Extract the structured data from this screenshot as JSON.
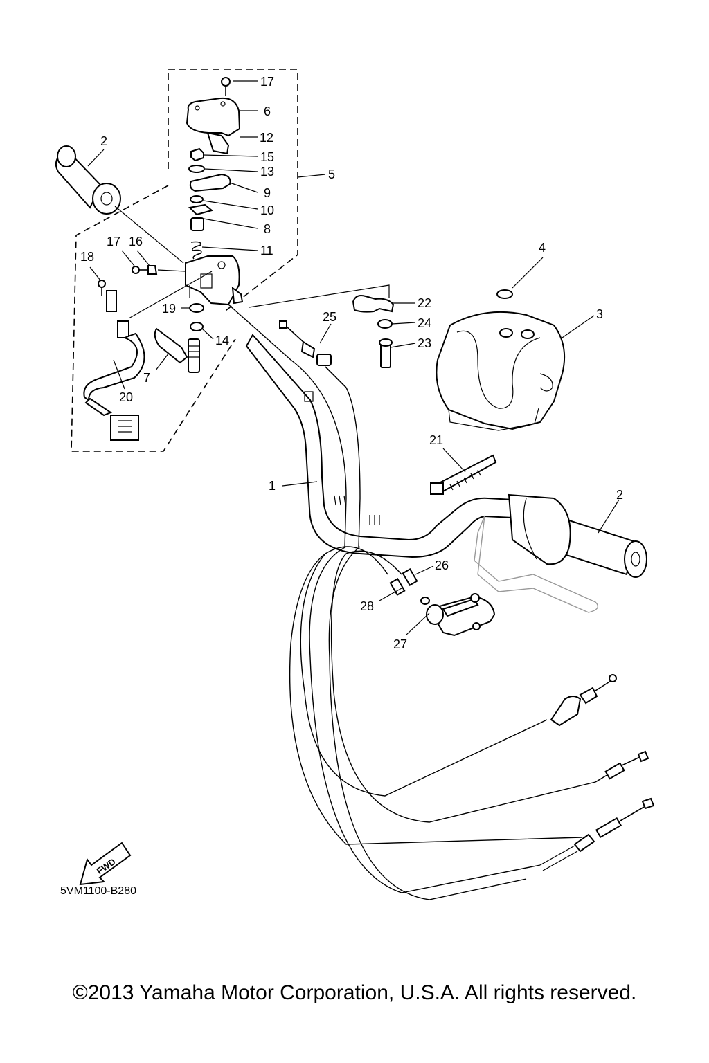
{
  "diagram": {
    "labels": [
      "1",
      "2",
      "2",
      "3",
      "4",
      "5",
      "6",
      "7",
      "8",
      "9",
      "10",
      "11",
      "12",
      "13",
      "14",
      "15",
      "16",
      "17",
      "17",
      "18",
      "19",
      "20",
      "21",
      "22",
      "23",
      "24",
      "25",
      "26",
      "27",
      "28"
    ],
    "fwd_label": "FWD",
    "diagram_code": "5VM1100-B280"
  },
  "footer": {
    "copyright": "©2013 Yamaha Motor Corporation, U.S.A. All rights reserved."
  }
}
